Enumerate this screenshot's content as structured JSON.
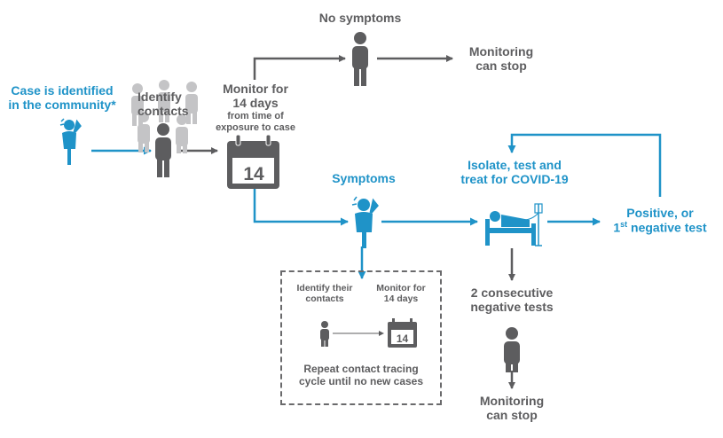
{
  "colors": {
    "grey": "#5d5d5f",
    "light_grey": "#c4c4c6",
    "blue": "#1f93c8"
  },
  "labels": {
    "case_identified": "Case is identified\nin the community*",
    "identify_contacts": "Identify\ncontacts",
    "monitor_title": "Monitor for\n14 days",
    "monitor_sub": "from time of\nexposure to case",
    "no_symptoms": "No symptoms",
    "monitoring_stop_top": "Monitoring\ncan stop",
    "symptoms": "Symptoms",
    "isolate": "Isolate, test and\ntreat for COVID-19",
    "positive_prefix": "Positive, or\n1",
    "positive_sup": "st",
    "positive_suffix": " negative test",
    "two_negative": "2 consecutive\nnegative tests",
    "monitoring_stop_bottom": "Monitoring\ncan stop",
    "box_identify": "Identify their\ncontacts",
    "box_monitor": "Monitor for\n14 days",
    "box_repeat": "Repeat contact tracing\ncycle until no new cases"
  },
  "calendar": {
    "day": "14"
  },
  "icons": [
    "sick-person-icon",
    "contacts-group-icon",
    "calendar-icon",
    "person-icon",
    "hospital-bed-icon"
  ]
}
